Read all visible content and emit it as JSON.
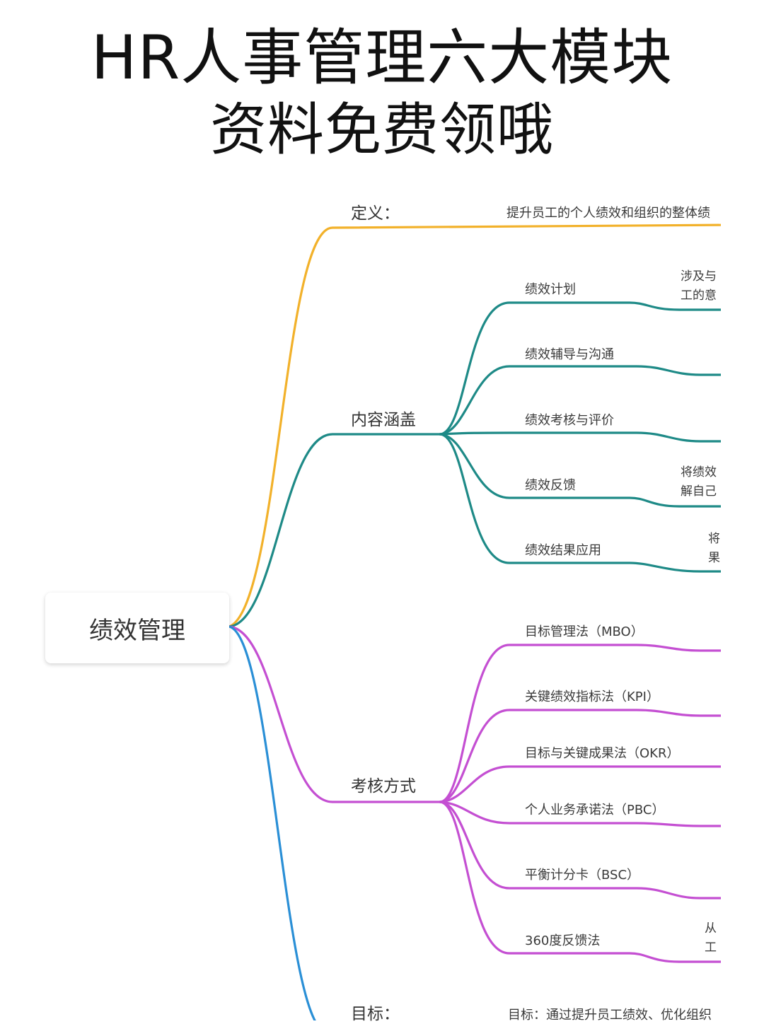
{
  "title": {
    "line1": "HR人事管理六大模块",
    "line2": "资料免费领哦"
  },
  "colors": {
    "definition": "#f2b12a",
    "content": "#1e8a87",
    "methods": "#c44fd2",
    "goal": "#2a8fd6"
  },
  "mindmap": {
    "root": "绩效管理",
    "branches": {
      "definition": {
        "label": "定义：",
        "text": "提升员工的个人绩效和组织的整体绩"
      },
      "content": {
        "label": "内容涵盖",
        "items": [
          {
            "label": "绩效计划",
            "note": [
              "涉及与",
              "工的意"
            ]
          },
          {
            "label": "绩效辅导与沟通",
            "note": []
          },
          {
            "label": "绩效考核与评价",
            "note": []
          },
          {
            "label": "绩效反馈",
            "note": [
              "将绩效",
              "解自己"
            ]
          },
          {
            "label": "绩效结果应用",
            "note": [
              "将",
              "果"
            ]
          }
        ]
      },
      "methods": {
        "label": "考核方式",
        "items": [
          {
            "label": "目标管理法（MBO）",
            "note": []
          },
          {
            "label": "关键绩效指标法（KPI）",
            "note": []
          },
          {
            "label": "目标与关键成果法（OKR）",
            "note": []
          },
          {
            "label": "个人业务承诺法（PBC）",
            "note": []
          },
          {
            "label": "平衡计分卡（BSC）",
            "note": []
          },
          {
            "label": "360度反馈法",
            "note": [
              "从",
              "工"
            ]
          }
        ]
      },
      "goal": {
        "label": "目标：",
        "text": "目标：通过提升员工绩效、优化组织"
      }
    }
  }
}
